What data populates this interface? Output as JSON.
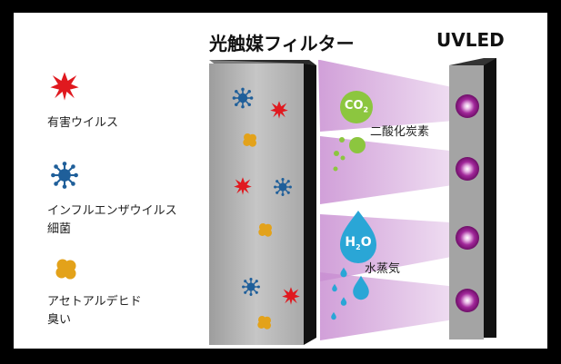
{
  "titles": {
    "filter": "光触媒フィルター",
    "led": "UVLED"
  },
  "legend": [
    {
      "icon": "harmful-virus-icon",
      "lines": [
        "有害ウイルス"
      ]
    },
    {
      "icon": "influenza-virus-icon",
      "lines": [
        "インフルエンザウイルス",
        "細菌"
      ]
    },
    {
      "icon": "odor-blob-icon",
      "lines": [
        "アセトアルデヒド",
        "臭い"
      ]
    }
  ],
  "molecules": {
    "co2": {
      "symbol": "CO",
      "sub": "2",
      "label": "二酸化炭素"
    },
    "h2o": {
      "pre": "H",
      "sub": "2",
      "post": "O",
      "label": "水蒸気"
    }
  },
  "colors": {
    "red": "#e0191f",
    "blue": "#1f5f9a",
    "gold": "#e3a21a",
    "green": "#8cc63f",
    "water": "#2aa6d6",
    "purple": "#8e1e86",
    "beam": "#c98fd2",
    "panel_gray": "#b9b9b9"
  }
}
